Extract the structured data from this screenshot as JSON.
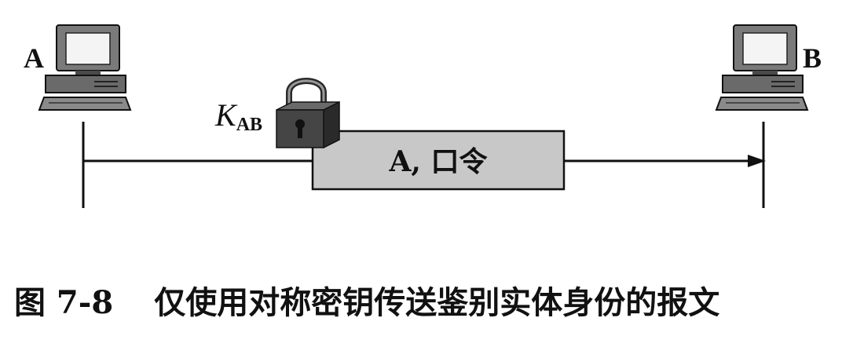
{
  "nodes": {
    "left_label": "A",
    "right_label": "B"
  },
  "key": {
    "symbol": "K",
    "subscript": "AB"
  },
  "message": {
    "text": "A, 口令"
  },
  "caption": {
    "number": "图 7-8",
    "text": "仅使用对称密钥传送鉴别实体身份的报文"
  },
  "colors": {
    "line": "#111111",
    "message_fill": "#c8c8c8",
    "lock_body": "#3a3a3a",
    "computer": "#555555"
  },
  "icons": [
    "computer-icon",
    "lock-icon",
    "arrowhead-icon"
  ]
}
